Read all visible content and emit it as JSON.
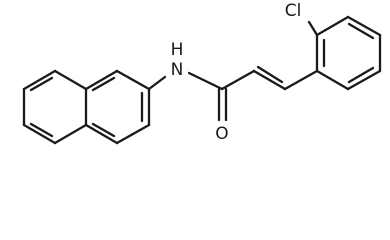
{
  "structure": {
    "atoms": {
      "chlorine": "Cl",
      "nitrogen": "N",
      "hydrogen": "H",
      "oxygen": "O"
    }
  }
}
